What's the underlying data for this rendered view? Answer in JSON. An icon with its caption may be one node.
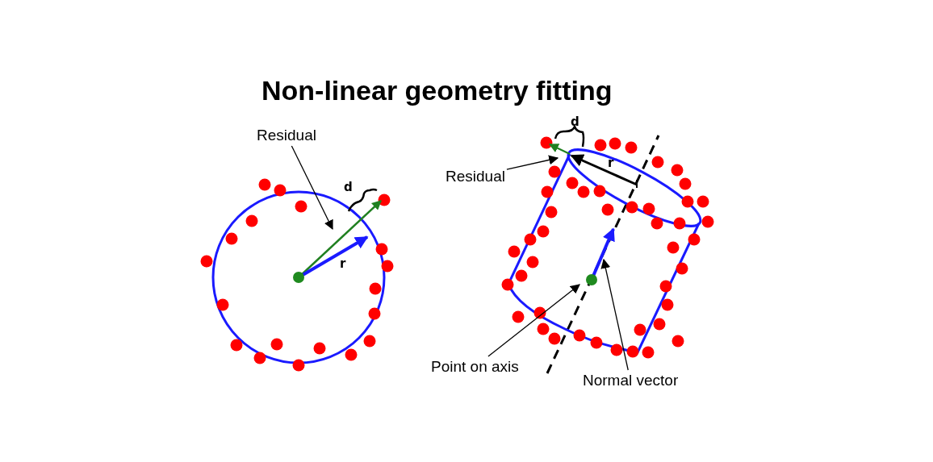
{
  "diagram": {
    "title": "Non-linear geometry fitting",
    "nodes": [
      {
        "text": [
          "Residual"
        ]
      },
      {
        "text": [
          "Residual"
        ]
      },
      {
        "text": [
          "Point on axis"
        ]
      },
      {
        "text": [
          "Normal vector"
        ]
      }
    ],
    "edges": [
      {
        "from": 0,
        "to": null,
        "arrow": "to"
      },
      {
        "from": 1,
        "to": null,
        "arrow": "to"
      },
      {
        "from": 2,
        "to": null,
        "arrow": "to"
      },
      {
        "from": 3,
        "to": null,
        "arrow": "to"
      }
    ],
    "labels": [
      "d",
      "r",
      "d",
      "r"
    ]
  }
}
